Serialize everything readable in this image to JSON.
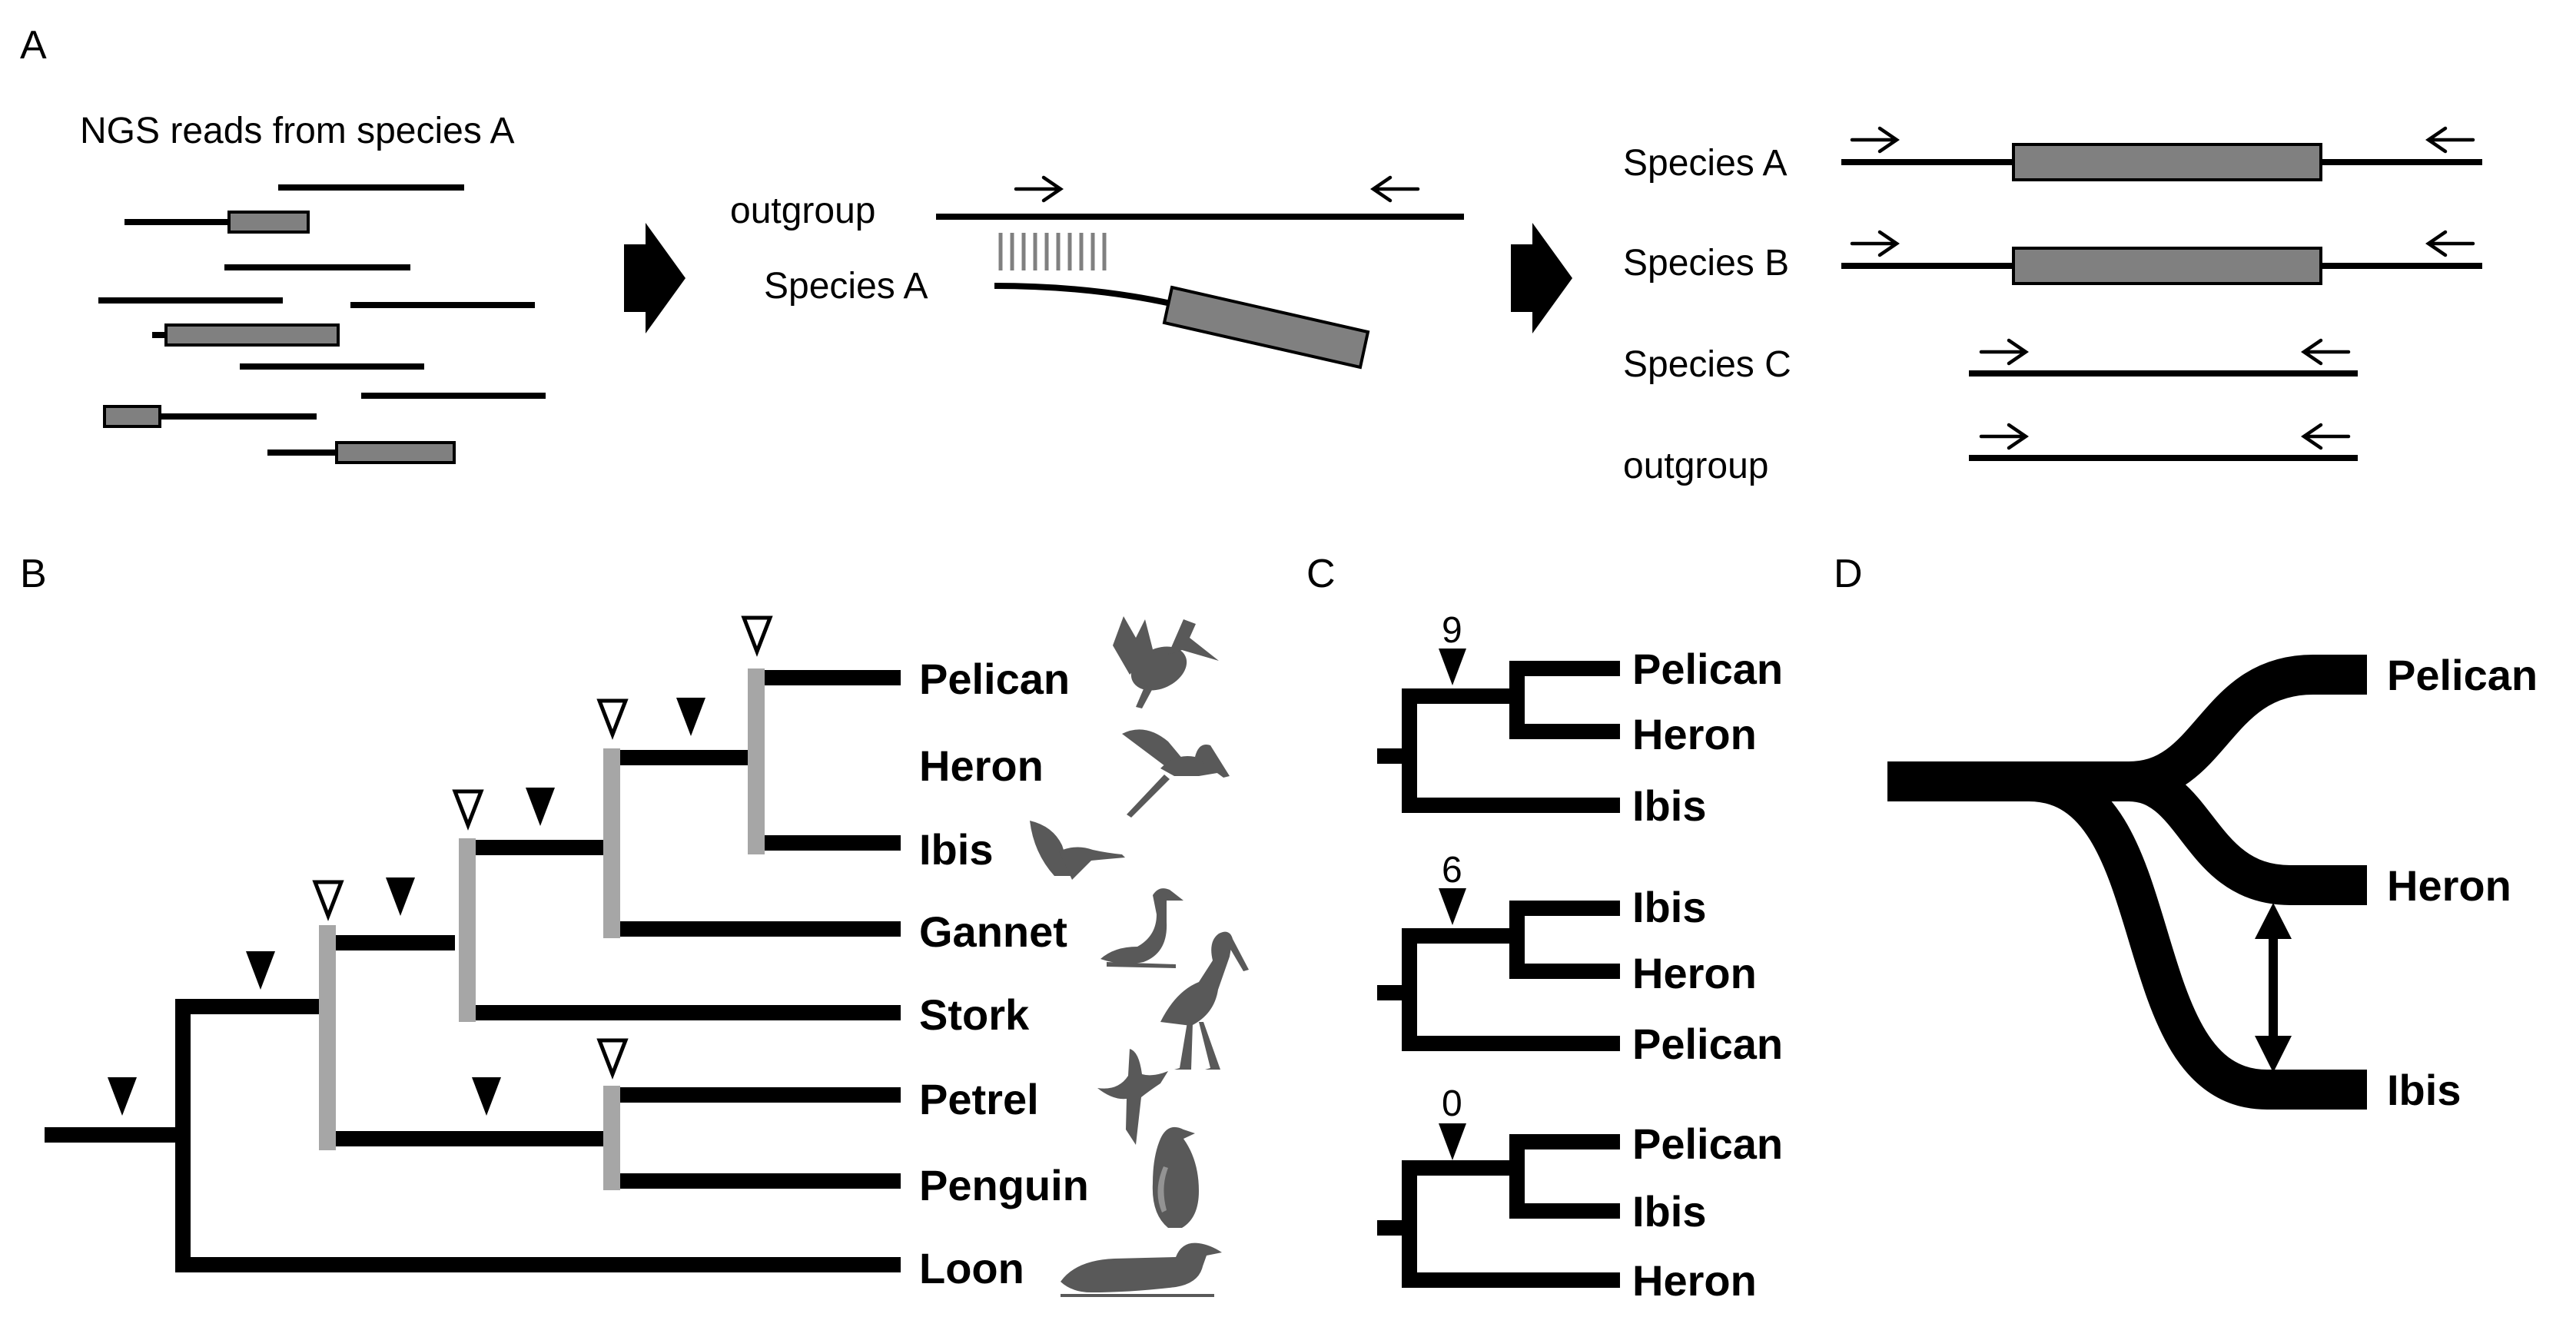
{
  "panels": {
    "a": {
      "letter": "A"
    },
    "b": {
      "letter": "B"
    },
    "c": {
      "letter": "C"
    },
    "d": {
      "letter": "D"
    }
  },
  "panel_a": {
    "reads_title": "NGS reads from species A",
    "mapping_labels": {
      "outgroup": "outgroup",
      "species_a": "Species A"
    },
    "result_labels": [
      "Species A",
      "Species B",
      "Species C",
      "outgroup"
    ]
  },
  "panel_b": {
    "taxa": [
      "Pelican",
      "Heron",
      "Ibis",
      "Gannet",
      "Stork",
      "Petrel",
      "Penguin",
      "Loon"
    ],
    "silhouettes": [
      "pelican-icon",
      "heron-icon",
      "ibis-icon",
      "gannet-icon",
      "stork-icon",
      "petrel-icon",
      "penguin-icon",
      "loon-icon"
    ],
    "colors": {
      "branch": "#000000",
      "node_bar": "#a6a6a6",
      "silhouette": "#595959",
      "insertion_box": "#808080"
    }
  },
  "panel_c": {
    "trees": [
      {
        "count": "9",
        "taxa": [
          "Pelican",
          "Heron",
          "Ibis"
        ]
      },
      {
        "count": "6",
        "taxa": [
          "Ibis",
          "Heron",
          "Pelican"
        ]
      },
      {
        "count": "0",
        "taxa": [
          "Pelican",
          "Ibis",
          "Heron"
        ]
      }
    ]
  },
  "panel_d": {
    "taxa": [
      "Pelican",
      "Heron",
      "Ibis"
    ]
  }
}
